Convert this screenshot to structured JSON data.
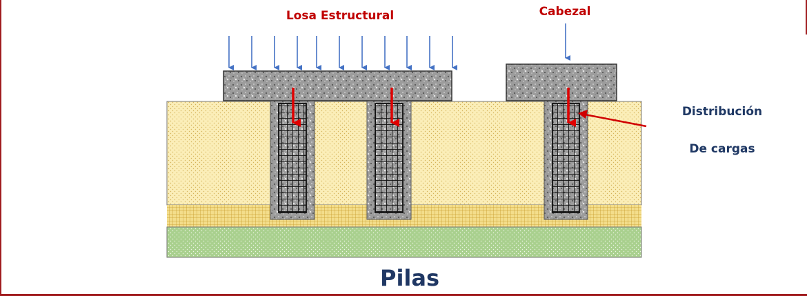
{
  "labels": {
    "losa": "Losa Estructural",
    "cabezal": "Cabezal",
    "distribucion_line1": "Distribución",
    "distribucion_line2": "De cargas",
    "title": "Pilas"
  },
  "colors": {
    "soil_upper": "#fbeeb8",
    "soil_band": "#f3dd8b",
    "soil_lower": "#a9d08e",
    "concrete": "#9a9a9a",
    "load_arrow": "#4472c4",
    "internal_arrow": "#e00000",
    "label_red": "#c00000",
    "label_blue": "#1f3864",
    "title_blue": "#203864",
    "rule": "#a11d20"
  },
  "icons": {
    "load_arrows": "down-arrow",
    "pile_arrows": "down-arrow",
    "pointer": "pointer-arrow"
  }
}
